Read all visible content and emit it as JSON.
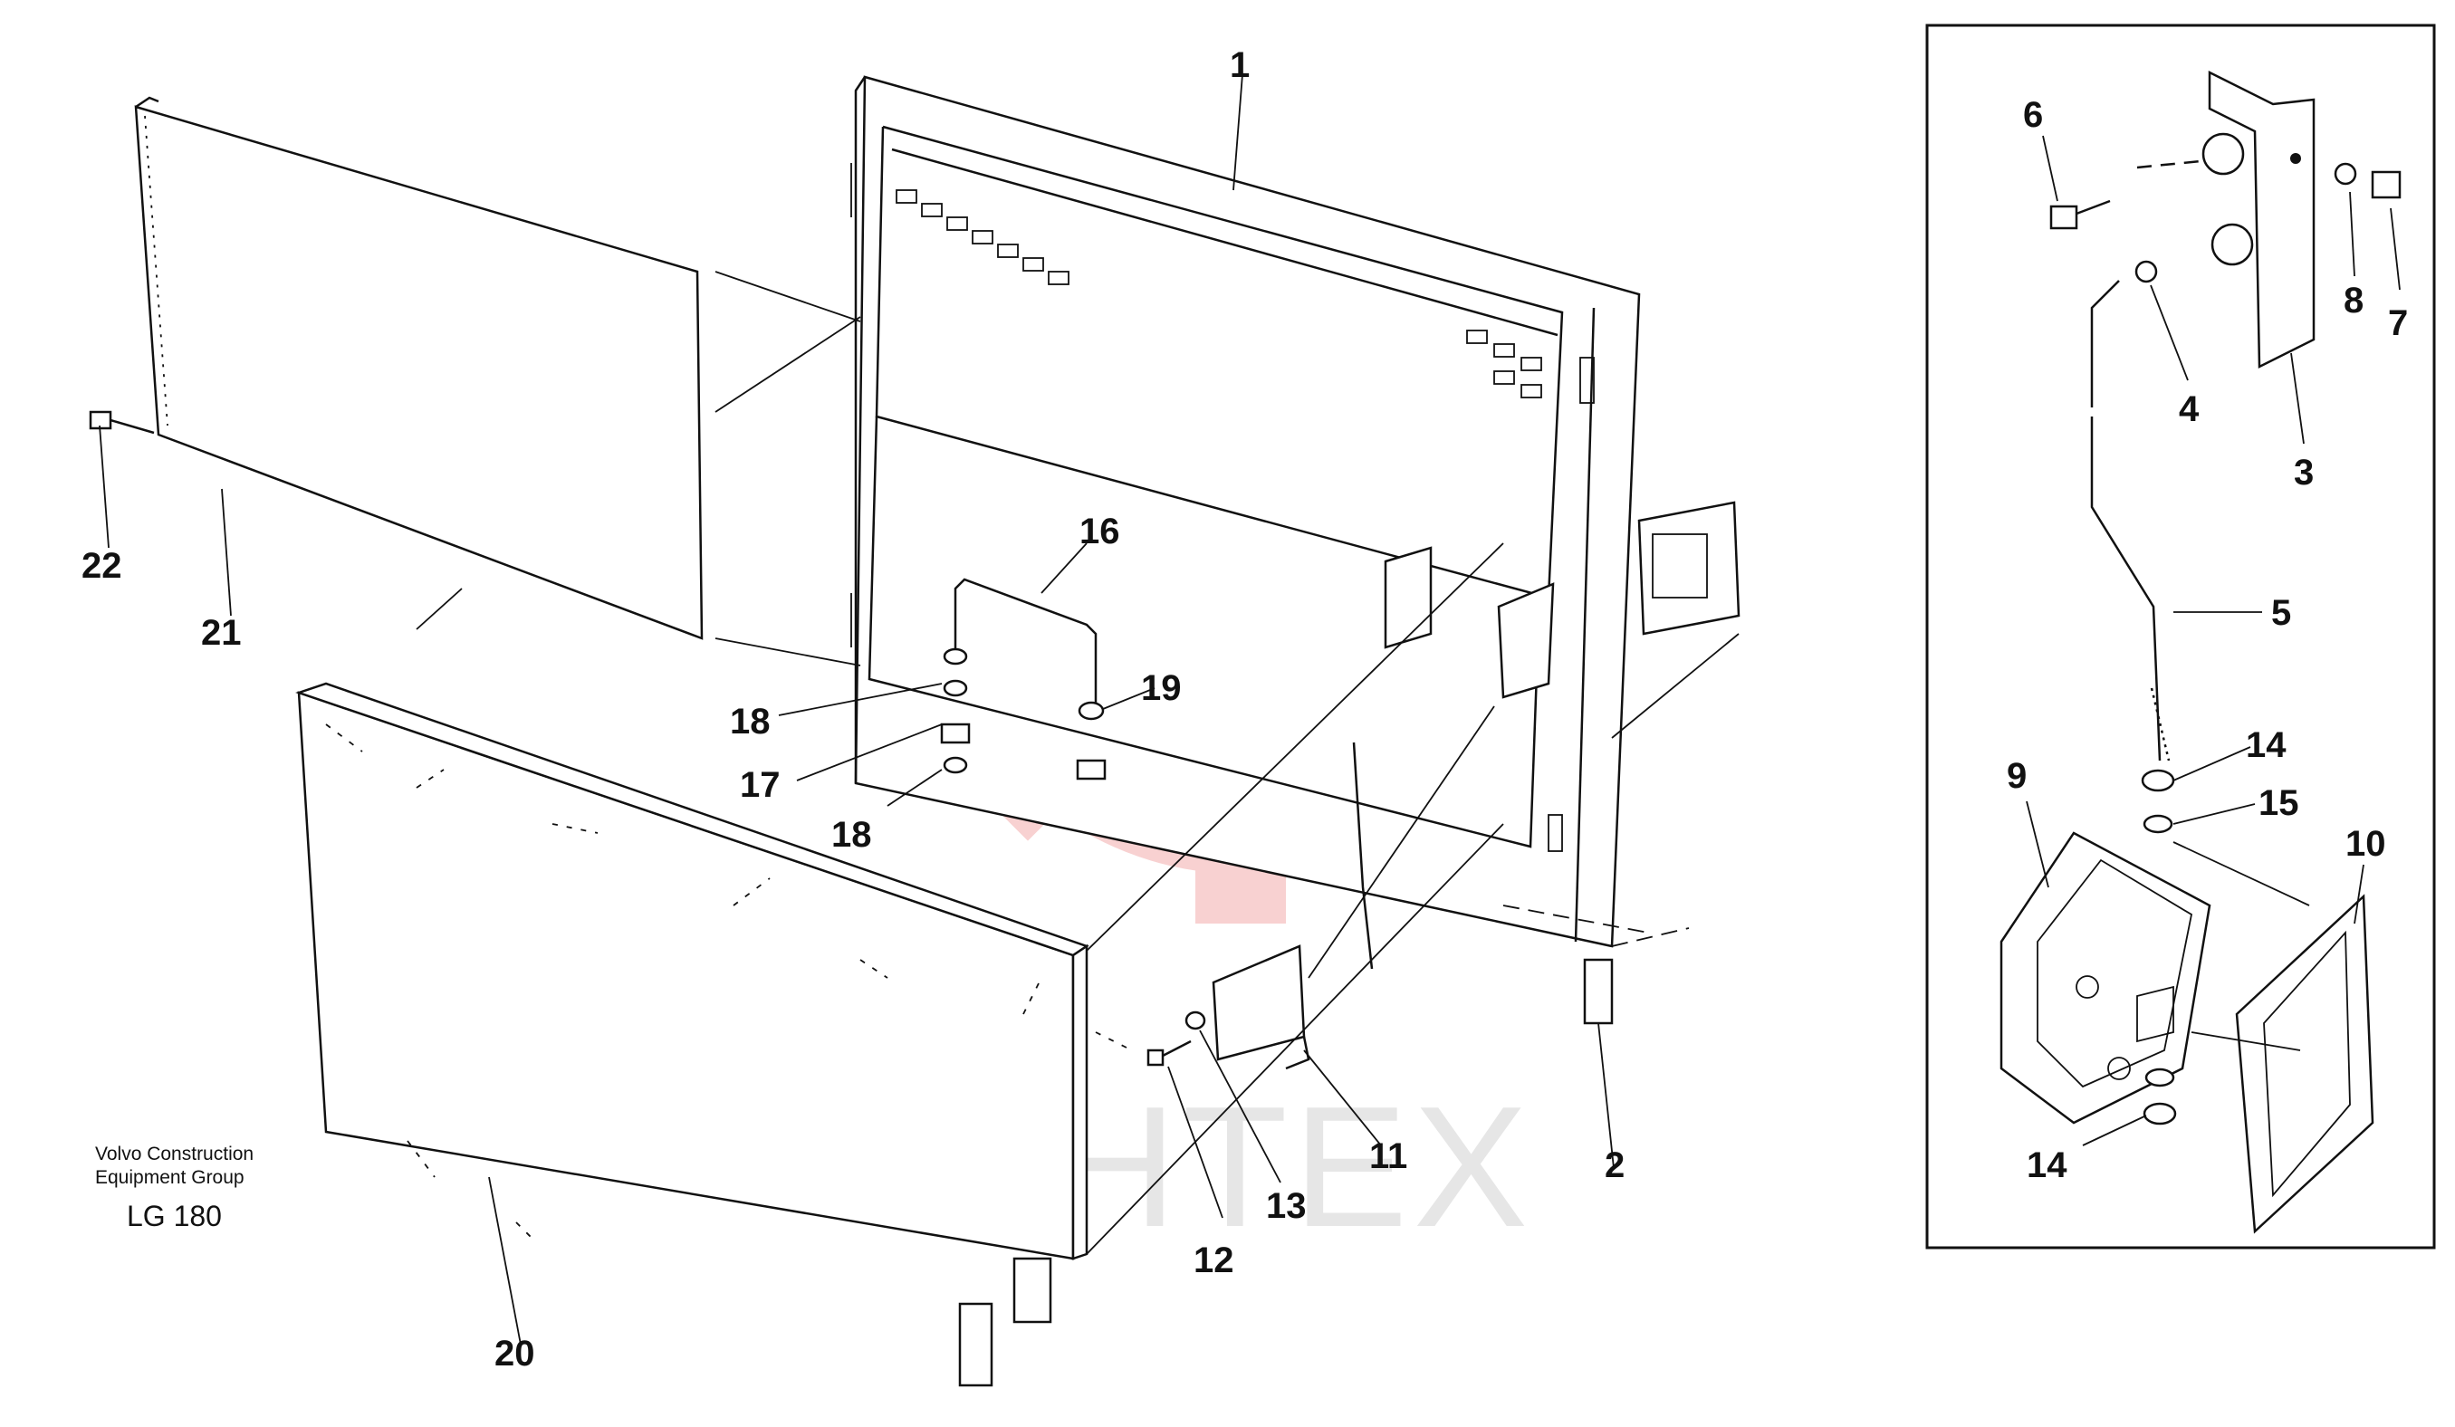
{
  "watermark": {
    "text": "ИНТЕХ",
    "color": "#f7c9c9",
    "logo": "gear-logo"
  },
  "caption": {
    "company_line1": "Volvo Construction",
    "company_line2": "Equipment Group",
    "model": "LG 180"
  },
  "labels": {
    "p1": "1",
    "p2": "2",
    "p3": "3",
    "p4": "4",
    "p5": "5",
    "p6": "6",
    "p7": "7",
    "p8": "8",
    "p9": "9",
    "p10": "10",
    "p11": "11",
    "p12": "12",
    "p13": "13",
    "p14a": "14",
    "p14b": "14",
    "p15": "15",
    "p16": "16",
    "p17": "17",
    "p18a": "18",
    "p18b": "18",
    "p19": "19",
    "p20": "20",
    "p21": "21",
    "p22": "22"
  }
}
